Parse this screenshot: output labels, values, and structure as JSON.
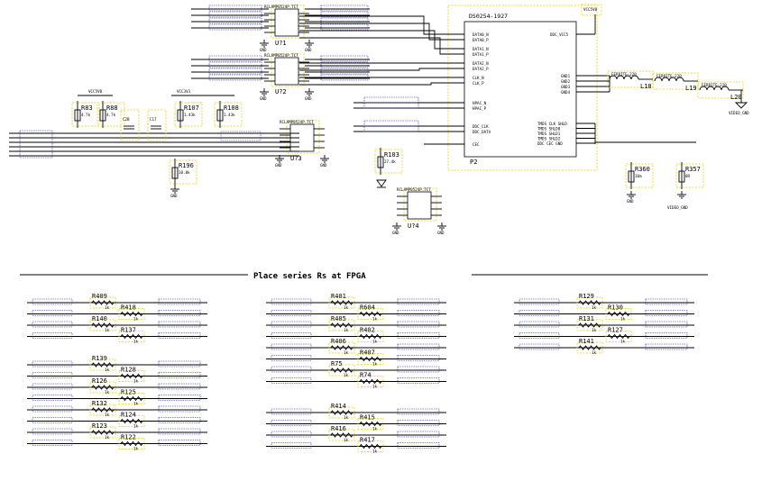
{
  "section_title": "Place series Rs at FPGA",
  "main_ic": {
    "part": "DS0254-1927",
    "ref": "P2",
    "left_pins": [
      "DATA0_N",
      "DATA0_P",
      "DATA1_N",
      "DATA1_P",
      "DATA2_N",
      "DATA2_P",
      "CLK_N",
      "CLK_P",
      "HPAC_N",
      "HPAC_P",
      "DDC_CLK",
      "DDC_DATA",
      "CEC"
    ],
    "right_top": [
      "DDC_VCC5"
    ],
    "right_gnd": [
      "GND1",
      "GND2",
      "GND3",
      "GND4"
    ],
    "right_bottom": [
      "TMDS CLK SHLD",
      "TMDS SHLD0",
      "TMDS SHLD1",
      "TMDS SHLD2",
      "DDC CEC GND"
    ]
  },
  "esd_chips": [
    {
      "part": "RCLAMP0524P.TCT",
      "ref": "U?1"
    },
    {
      "part": "RCLAMP0524P.TCT",
      "ref": "U?2"
    },
    {
      "part": "RCLAMP0524P.TCT",
      "ref": "U?3"
    },
    {
      "part": "RCLAMP0524P.TCT",
      "ref": "U?4"
    }
  ],
  "ferrites": [
    {
      "ref": "L18",
      "part": "FERRITE-220"
    },
    {
      "ref": "L19",
      "part": "FERRITE-220"
    },
    {
      "ref": "L20",
      "part": "FERRITE-220"
    }
  ],
  "mid_resistors": [
    {
      "ref": "R88",
      "val": "4.7k"
    },
    {
      "ref": "R83",
      "val": "4.7k"
    },
    {
      "ref": "R107",
      "val": "1.43k"
    },
    {
      "ref": "R108",
      "val": "1.43k"
    },
    {
      "ref": "R196",
      "val": "10.0k"
    },
    {
      "ref": "R103",
      "val": "27.4k"
    },
    {
      "ref": "R360",
      "val": "10m"
    },
    {
      "ref": "R357",
      "val": "0R"
    }
  ],
  "caps": [
    "C2B",
    "C17"
  ],
  "power": {
    "v5": "VCC5V0",
    "v33": "VCC3V3",
    "gnd": "GND",
    "vid_gnd": "VIDEO_GND"
  },
  "series_groups": [
    {
      "refs": [
        "R409",
        "R418",
        "R140",
        "R137"
      ]
    },
    {
      "refs": [
        "R139",
        "R128",
        "R126",
        "R125",
        "R132",
        "R124",
        "R123",
        "R122"
      ]
    },
    {
      "refs": [
        "R401",
        "R604",
        "R405",
        "R402",
        "R406",
        "R407",
        "R75",
        "R74"
      ]
    },
    {
      "refs": [
        "R414",
        "R415",
        "R416",
        "R417"
      ]
    },
    {
      "refs": [
        "R129",
        "R130",
        "R131",
        "R127",
        "R141"
      ]
    }
  ],
  "series_value": "1k"
}
